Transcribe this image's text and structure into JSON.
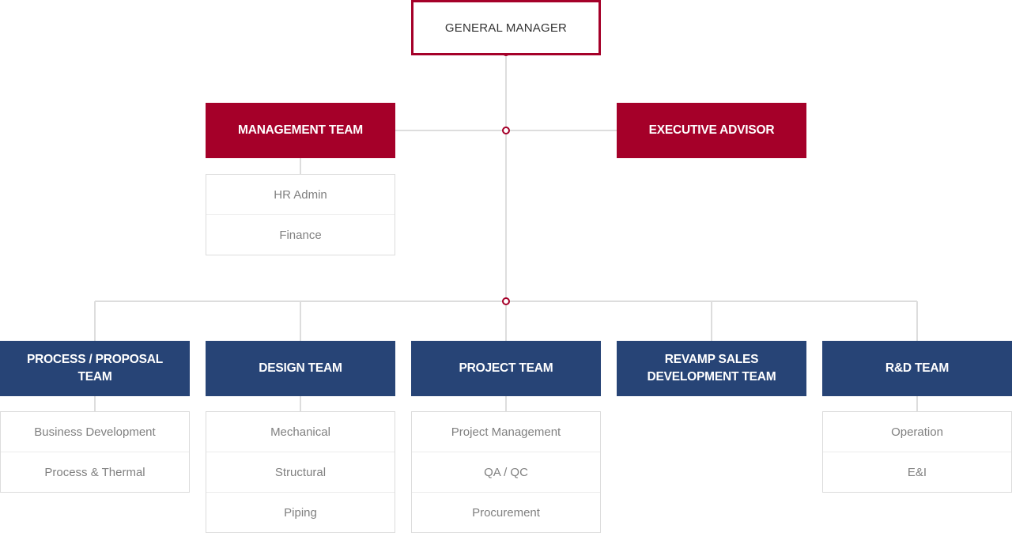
{
  "general_manager": "GENERAL MANAGER",
  "management_team": {
    "title": "MANAGEMENT TEAM",
    "items": [
      "HR Admin",
      "Finance"
    ]
  },
  "executive_advisor": "EXECUTIVE ADVISOR",
  "teams": [
    {
      "title": "PROCESS / PROPOSAL TEAM",
      "items": [
        "Business Development",
        "Process & Thermal"
      ]
    },
    {
      "title": "DESIGN TEAM",
      "items": [
        "Mechanical",
        "Structural",
        "Piping"
      ]
    },
    {
      "title": "PROJECT TEAM",
      "items": [
        "Project Management",
        "QA / QC",
        "Procurement"
      ]
    },
    {
      "title": "REVAMP SALES DEVELOPMENT TEAM",
      "items": []
    },
    {
      "title": "R&D TEAM",
      "items": [
        "Operation",
        "E&I"
      ]
    }
  ],
  "colors": {
    "red": "#a50029",
    "blue": "#274476",
    "line": "#dddddd"
  }
}
